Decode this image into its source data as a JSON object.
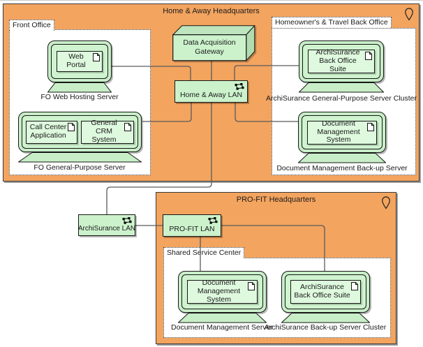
{
  "palette": {
    "location_fill": "#F3A45F",
    "element_fill": "#CCF2CC",
    "screen_fill": "#CFF3CF",
    "artifact_fill": "#DEF9DE",
    "node_top_fill": "#BEE6BE",
    "node_side_fill": "#B0DCB0",
    "wire_color": "#5A5A5A",
    "border_color": "#161616"
  },
  "hq1": {
    "title": "Home & Away Headquarters",
    "gateway": {
      "label": "Data Acquisition Gateway"
    },
    "lan": {
      "label": "Home & Away LAN"
    },
    "front_office": {
      "label": "Front Office",
      "web_server": {
        "artifact": "Web Portal",
        "caption": "FO Web Hosting Server"
      },
      "fo_server": {
        "artifact1": "Call Center Application",
        "artifact2": "General CRM System",
        "caption": "FO General-Purpose Server"
      }
    },
    "back_office": {
      "label": "Homeowner's & Travel Back Office",
      "gp_cluster": {
        "artifact": "ArchiSurance Back Office Suite",
        "caption": "ArchiSurance General-Purpose Server Cluster"
      },
      "dm_backup": {
        "artifact": "Document Management System",
        "caption": "Document Management Back-up Server"
      }
    }
  },
  "archisurance_lan": {
    "label": "ArchiSurance LAN"
  },
  "hq2": {
    "title": "PRO-FIT Headquarters",
    "lan": {
      "label": "PRO-FIT LAN"
    },
    "shared_service_center": {
      "label": "Shared Service Center",
      "dm_server": {
        "artifact": "Document Management System",
        "caption": "Document Management Server"
      },
      "backup_cluster": {
        "artifact": "ArchiSurance Back Office Suite",
        "caption": "ArchiSurance Back-up Server Cluster"
      }
    }
  }
}
